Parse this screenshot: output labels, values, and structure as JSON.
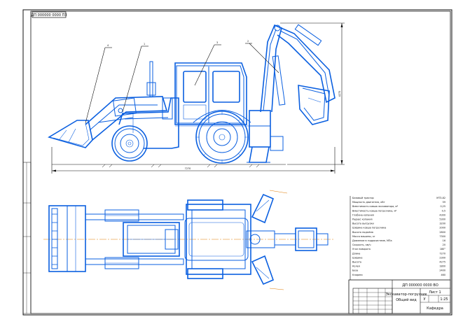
{
  "stamp_code": "ДП 000000 0000 ПЗ",
  "callouts": {
    "c1": "1",
    "c2": "2",
    "c3": "3",
    "c4": "4"
  },
  "dimensions": {
    "overall_length": "7270",
    "overall_height": "4275"
  },
  "specs": [
    {
      "label": "Базовый трактор",
      "value": "МТЗ-82"
    },
    {
      "label": "Мощность двигателя, кВт",
      "value": "59"
    },
    {
      "label": "Вместимость ковша экскаватора, м³",
      "value": "0,25"
    },
    {
      "label": "Вместимость ковша погрузчика, м³",
      "value": "0,5"
    },
    {
      "label": "Глубина копания",
      "value": "4300"
    },
    {
      "label": "Радиус копания",
      "value": "5300"
    },
    {
      "label": "Высота выгрузки",
      "value": "3200"
    },
    {
      "label": "Ширина ковша погрузчика",
      "value": "2000"
    },
    {
      "label": "Высота подъёма",
      "value": "2800"
    },
    {
      "label": "Масса машины, кг",
      "value": "7300"
    },
    {
      "label": "Давление в гидросистеме, МПа",
      "value": "16"
    },
    {
      "label": "Скорость, км/ч",
      "value": "20"
    },
    {
      "label": "Угол поворота",
      "value": "180°"
    },
    {
      "label": "Длина",
      "value": "7270"
    },
    {
      "label": "Ширина",
      "value": "2300"
    },
    {
      "label": "Высота",
      "value": "4275"
    },
    {
      "label": "Колея",
      "value": "1800"
    },
    {
      "label": "База",
      "value": "2400"
    },
    {
      "label": "Клиренс",
      "value": "460"
    }
  ],
  "title_block": {
    "doc_code": "ДП 000000 0000 ВО",
    "drawing_title": "Экскаватор-погрузчик",
    "drawing_subtitle": "Общий вид",
    "stage": "У",
    "mass": "",
    "scale": "1:25",
    "sheet": "Лист 1",
    "org": "Кафедра"
  }
}
